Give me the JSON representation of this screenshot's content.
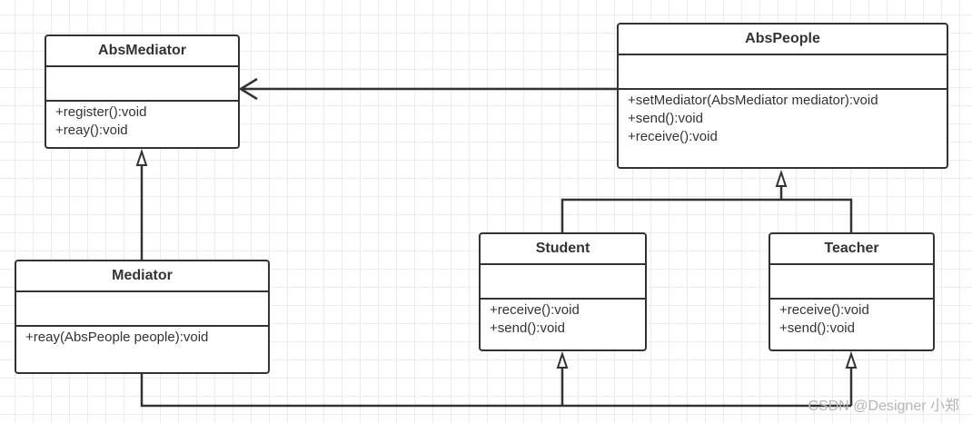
{
  "classes": {
    "abs_mediator": {
      "name": "AbsMediator",
      "methods": [
        "+register():void",
        "+reay():void"
      ]
    },
    "abs_people": {
      "name": "AbsPeople",
      "methods": [
        "+setMediator(AbsMediator mediator):void",
        "+send():void",
        "+receive():void"
      ]
    },
    "mediator": {
      "name": "Mediator",
      "methods": [
        "+reay(AbsPeople people):void"
      ]
    },
    "student": {
      "name": "Student",
      "methods": [
        "+receive():void",
        "+send():void"
      ]
    },
    "teacher": {
      "name": "Teacher",
      "methods": [
        "+receive():void",
        "+send():void"
      ]
    }
  },
  "relationships": [
    {
      "from": "abs_people",
      "to": "abs_mediator",
      "type": "association"
    },
    {
      "from": "mediator",
      "to": "abs_mediator",
      "type": "generalization"
    },
    {
      "from": "student",
      "to": "abs_people",
      "type": "generalization"
    },
    {
      "from": "teacher",
      "to": "abs_people",
      "type": "generalization"
    },
    {
      "from": "mediator",
      "to": "student",
      "type": "association"
    },
    {
      "from": "mediator",
      "to": "teacher",
      "type": "association"
    }
  ],
  "watermark": "CSDN @Designer 小郑",
  "colors": {
    "line": "#333333",
    "background": "#ffffff",
    "grid": "#ececec",
    "watermark": "#b5b5b5"
  }
}
